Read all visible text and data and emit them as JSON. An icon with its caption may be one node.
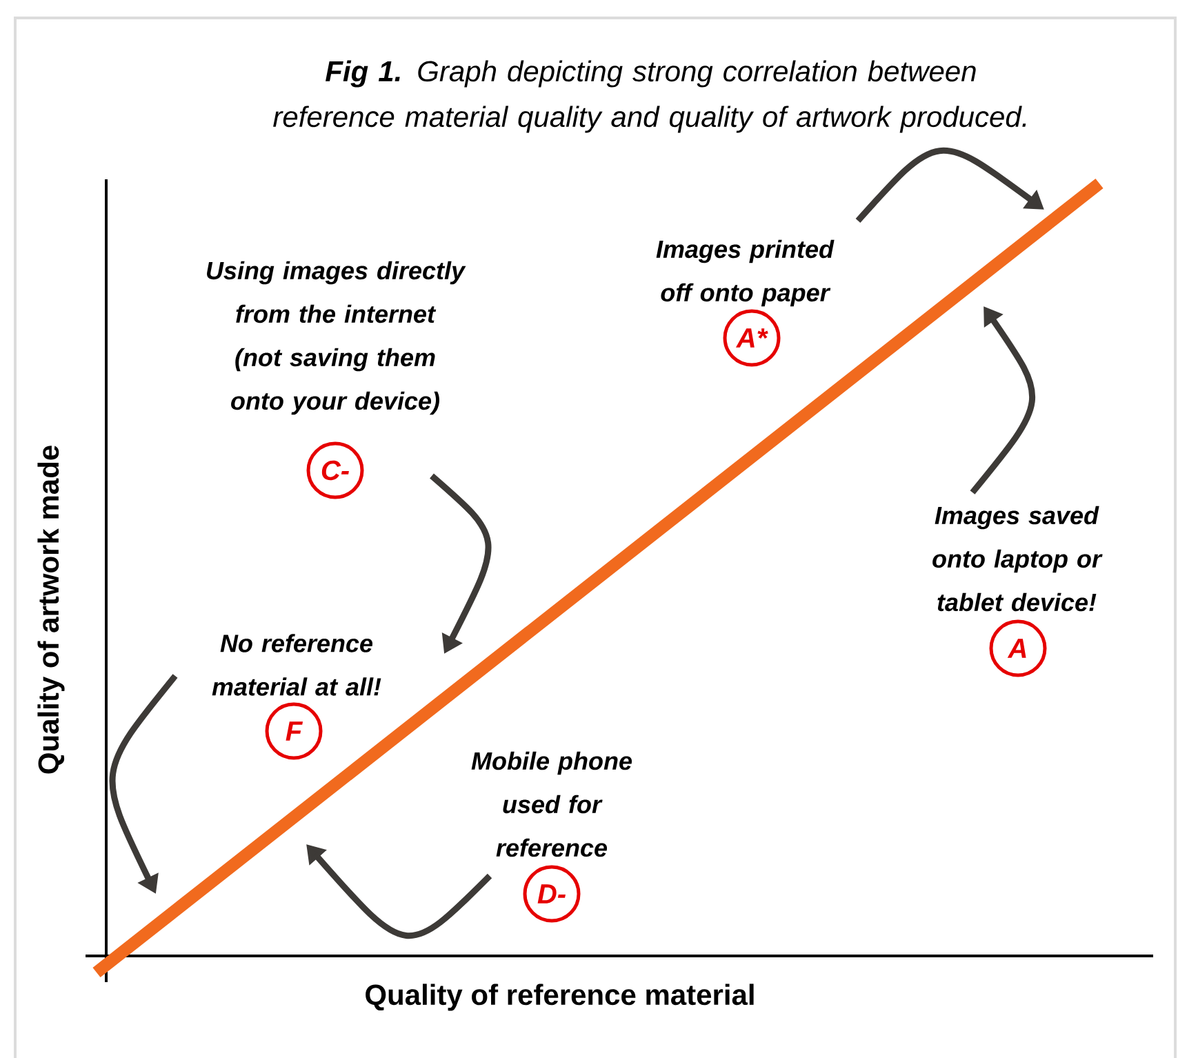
{
  "diagram": {
    "title": "**Fig 1.** Graph depicting strong correlation between reference material quality and quality of artwork produced.",
    "nodes": [
      {
        "text": [
          "Using images directly from the internet (not saving them onto your device)",
          "C-"
        ]
      },
      {
        "text": [
          "Images printed off onto paper",
          "A*"
        ]
      },
      {
        "text": [
          "Images saved onto laptop or tablet device!",
          "A"
        ]
      },
      {
        "text": [
          "No reference material at all!",
          "F"
        ]
      },
      {
        "text": [
          "Mobile phone used for reference",
          "D-"
        ]
      }
    ],
    "edges": [
      {
        "from": 0,
        "to": null,
        "arrow": "to"
      },
      {
        "from": 1,
        "to": null,
        "arrow": "to"
      },
      {
        "from": 2,
        "to": null,
        "arrow": "to"
      },
      {
        "from": 3,
        "to": null,
        "arrow": "to"
      },
      {
        "from": 4,
        "to": null,
        "arrow": "to"
      }
    ],
    "labels": [
      "Quality of artwork made",
      "Quality of reference material"
    ]
  }
}
